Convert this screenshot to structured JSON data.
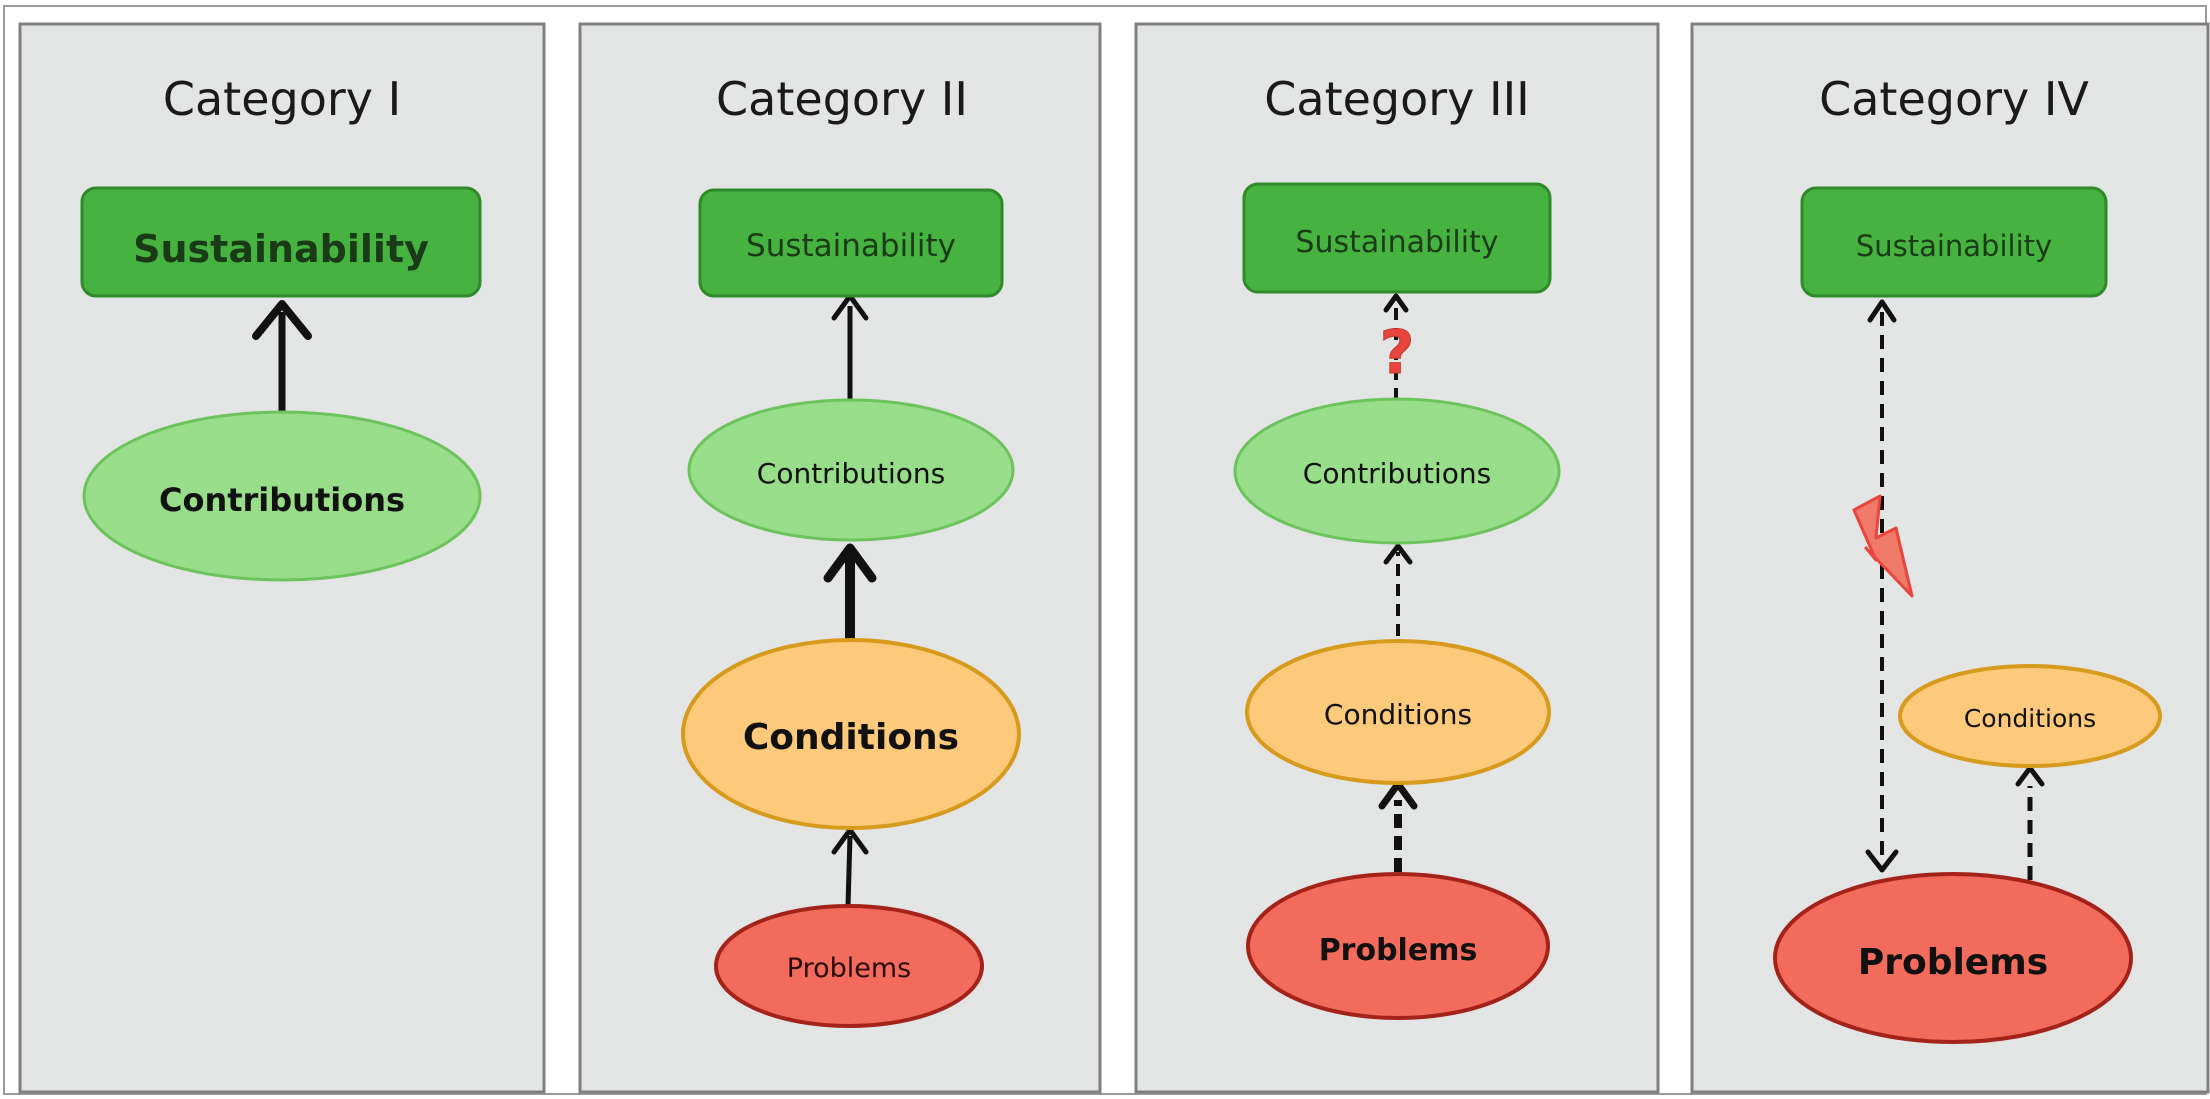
{
  "panels": [
    {
      "title": "Category I",
      "nodes": {
        "sustainability": "Sustainability",
        "contributions": "Contributions"
      }
    },
    {
      "title": "Category II",
      "nodes": {
        "sustainability": "Sustainability",
        "contributions": "Contributions",
        "conditions": "Conditions",
        "problems": "Problems"
      }
    },
    {
      "title": "Category III",
      "nodes": {
        "sustainability": "Sustainability",
        "contributions": "Contributions",
        "conditions": "Conditions",
        "problems": "Problems"
      },
      "question_mark": "?"
    },
    {
      "title": "Category IV",
      "nodes": {
        "sustainability": "Sustainability",
        "conditions": "Conditions",
        "problems": "Problems"
      }
    }
  ],
  "colors": {
    "panel_fill": "#e3e4e4",
    "panel_stroke": "#7f7f7f",
    "sustainability_fill": "#46b340",
    "sustainability_stroke": "#2e8a2a",
    "contributions_fill": "#98dd8a",
    "contributions_stroke": "#6cc35c",
    "conditions_fill": "#fdc97a",
    "conditions_stroke": "#d69a1c",
    "problems_fill": "#f26b5c",
    "problems_stroke": "#a3231a",
    "warning_red": "#e8453c"
  }
}
